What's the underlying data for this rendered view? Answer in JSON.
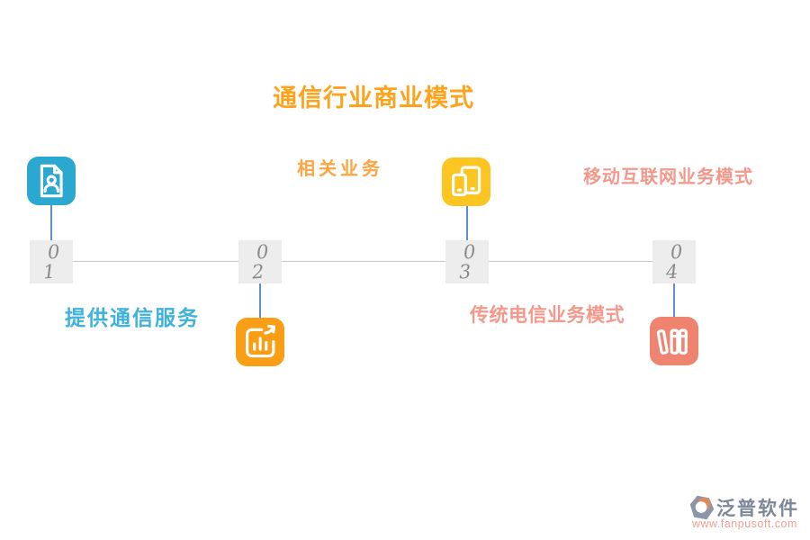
{
  "title": {
    "text": "通信行业商业模式",
    "color": "#FEA31D"
  },
  "steps": [
    {
      "digits": [
        "0",
        "1"
      ],
      "label": "提供通信服务",
      "label_color": "#3EB1DC",
      "label_position": "below-line",
      "icon": "profile-document-icon",
      "icon_color": "#2BA8CF",
      "icon_position": "above-line"
    },
    {
      "digits": [
        "0",
        "2"
      ],
      "label": "相关业务",
      "label_color": "#FFA43F",
      "label_position": "above-line",
      "icon": "growth-chart-icon",
      "icon_color": "#FA9E16",
      "icon_position": "below-line"
    },
    {
      "digits": [
        "0",
        "3"
      ],
      "label": "传统电信业务模式",
      "label_color": "#F5988C",
      "label_position": "below-line",
      "icon": "mobile-devices-icon",
      "icon_color": "#FDC521",
      "icon_position": "above-line"
    },
    {
      "digits": [
        "0",
        "4"
      ],
      "label": "移动互联网业务模式",
      "label_color": "#F5988C",
      "label_position": "above-line",
      "icon": "books-icon",
      "icon_color": "#EE8470",
      "icon_position": "below-line"
    }
  ],
  "palette": {
    "background": "#FFFFFF",
    "timeline_line": "#C9C9C9",
    "connector_line": "#5C90D2",
    "number_box_bg": "#EDEDED",
    "number_text": "#8A8A8A",
    "logo_shape": "#8D96A8",
    "logo_crescent": "#DE8A5F",
    "brand_text": "#7E8798",
    "url_text": "#F0A193"
  },
  "footer": {
    "brand": "泛普软件",
    "url": "www.fanpusoft.com"
  }
}
